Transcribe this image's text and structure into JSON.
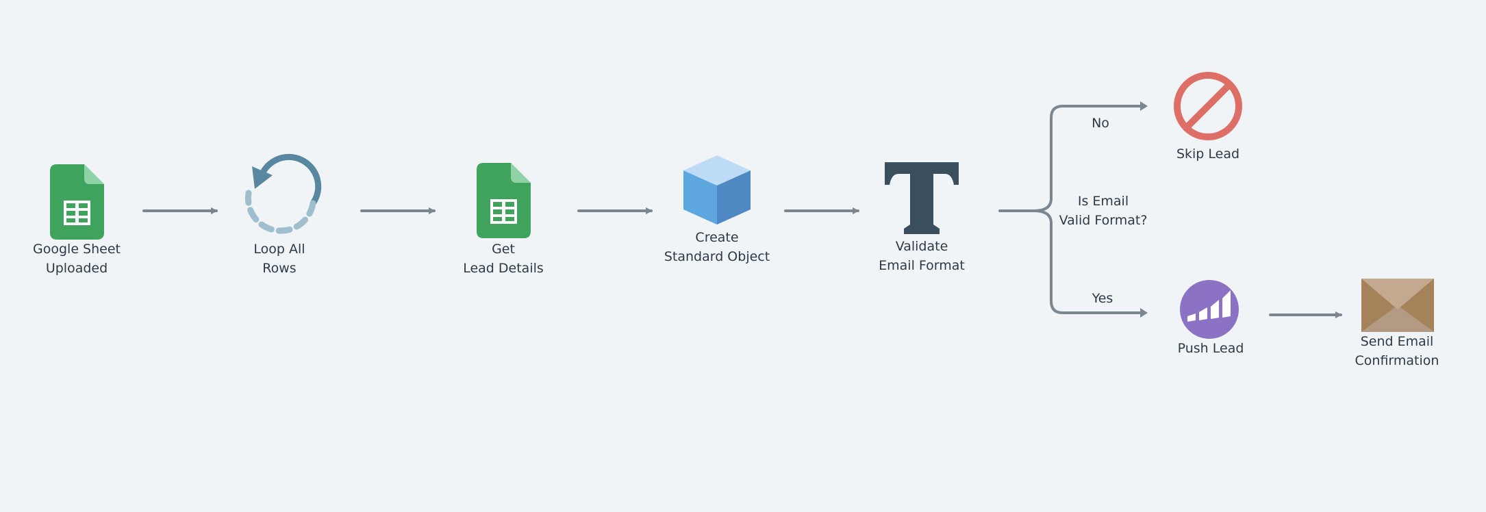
{
  "colors": {
    "background": "#f0f4f7",
    "connector": "#7a8791",
    "sheet_green": "#3fa35e",
    "cube_blue": "#5a9bd6",
    "text_icon": "#3a4f5e",
    "skip_red": "#dd6f66",
    "push_purple": "#8b72c4",
    "envelope_tan": "#a88f73"
  },
  "nodes": [
    {
      "id": "google-sheet",
      "icon": "google-sheets-icon",
      "lines": [
        "Google Sheet",
        "Uploaded"
      ]
    },
    {
      "id": "loop",
      "icon": "loop-icon",
      "lines": [
        "Loop All",
        "Rows"
      ]
    },
    {
      "id": "get-lead",
      "icon": "google-sheets-icon",
      "lines": [
        "Get",
        "Lead Details"
      ]
    },
    {
      "id": "create-object",
      "icon": "cube-icon",
      "lines": [
        "Create",
        "Standard Object"
      ]
    },
    {
      "id": "validate-email",
      "icon": "text-format-icon",
      "lines": [
        "Validate",
        "Email Format"
      ]
    },
    {
      "id": "skip-lead",
      "icon": "prohibited-icon",
      "lines": [
        "Skip Lead"
      ]
    },
    {
      "id": "push-lead",
      "icon": "marketo-icon",
      "lines": [
        "Push Lead"
      ]
    },
    {
      "id": "send-email",
      "icon": "envelope-icon",
      "lines": [
        "Send Email",
        "Confirmation"
      ]
    }
  ],
  "decision": {
    "question": [
      "Is Email",
      "Valid Format?"
    ],
    "no_label": "No",
    "yes_label": "Yes"
  }
}
